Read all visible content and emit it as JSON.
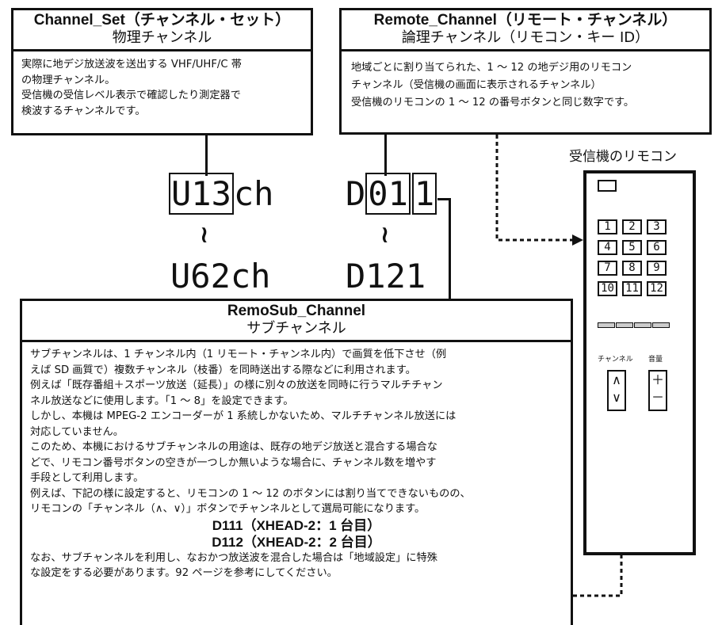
{
  "channel_set": {
    "title_en": "Channel_Set（チャンネル・セット）",
    "title_ja": "物理チャンネル",
    "body": [
      "実際に地デジ放送波を送出する VHF/UHF/C 帯",
      "の物理チャンネル。",
      "受信機の受信レベル表示で確認したり測定器で",
      "検波するチャンネルです。"
    ]
  },
  "remote_channel": {
    "title_en": "Remote_Channel（リモート・チャンネル）",
    "title_ja": "論理チャンネル（リモコン・キー ID）",
    "body": [
      "地域ごとに割り当てられた、1 ～ 12 の地デジ用のリモコン",
      "チャンネル（受信機の画面に表示されるチャンネル）",
      "受信機のリモコンの 1 ～ 12 の番号ボタンと同じ数字です。"
    ]
  },
  "ranges": {
    "u_start_a": "U13",
    "u_start_b": "ch",
    "u_end": "U62ch",
    "d_start_a": "D",
    "d_start_b": "01",
    "d_start_c": "1",
    "d_end": "D121",
    "tilde": "≀"
  },
  "remote": {
    "caption": "受信機のリモコン",
    "buttons": [
      "1",
      "2",
      "3",
      "4",
      "5",
      "6",
      "7",
      "8",
      "9",
      "10",
      "11",
      "12"
    ],
    "channel_label": "チャンネル",
    "volume_label": "音量",
    "up": "∧",
    "down": "∨",
    "plus": "＋",
    "minus": "－"
  },
  "remosub": {
    "title_en": "RemoSub_Channel",
    "title_ja": "サブチャンネル",
    "body": [
      "サブチャンネルは、1 チャンネル内（1 リモート・チャンネル内）で画質を低下させ（例",
      "えば SD 画質で）複数チャンネル（枝番）を同時送出する際などに利用されます。",
      "例えば「既存番組＋スポーツ放送（延長）」の様に別々の放送を同時に行うマルチチャン",
      "ネル放送などに使用します。「1 ～ 8」を設定できます。",
      "しかし、本機は MPEG-2 エンコーダーが 1 系統しかないため、マルチチャンネル放送には",
      "対応していません。",
      "このため、本機におけるサブチャンネルの用途は、既存の地デジ放送と混合する場合な",
      "どで、リモコン番号ボタンの空きが一つしか無いような場合に、チャンネル数を増やす",
      "手段として利用します。",
      "例えば、下記の様に設定すると、リモコンの 1 ～ 12 のボタンには割り当てできないものの、",
      "リモコンの「チャンネル（∧、∨）」ボタンでチャンネルとして選局可能になります。"
    ],
    "example1": "D111（XHEAD-2：1 台目）",
    "example2": "D112（XHEAD-2：2 台目）",
    "footer": [
      "なお、サブチャンネルを利用し、なおかつ放送波を混合した場合は「地域設定」に特殊",
      "な設定をする必要があります。92 ページを参考にしてください。"
    ]
  }
}
